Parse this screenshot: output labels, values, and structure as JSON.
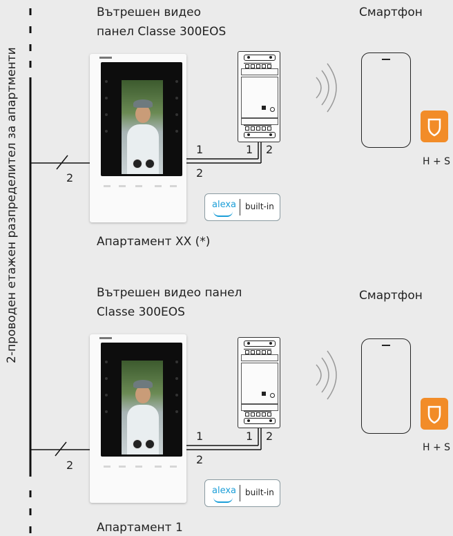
{
  "diagram": {
    "bus_label": "2-проводен етажен разпределител за апартменти",
    "top": {
      "panel_title_line1": "Вътрешен видео",
      "panel_title_line2": "панел Classe 300EOS",
      "apartment_label": "Апартамент  XX (*)",
      "smartphone_label": "Смартфон",
      "app_label": "H + S",
      "wire_count": "2",
      "terminal_panel_1": "1",
      "terminal_panel_2": "2",
      "terminal_module_1": "1",
      "terminal_module_2": "2",
      "alexa_word": "alexa",
      "alexa_builtin": "built-in"
    },
    "bottom": {
      "panel_title_line1": "Вътрешен видео панел",
      "panel_title_line2": "Classe 300EOS",
      "apartment_label": "Апартамент 1",
      "smartphone_label": "Смартфон",
      "app_label": "H + S",
      "wire_count": "2",
      "terminal_panel_1": "1",
      "terminal_panel_2": "2",
      "terminal_module_1": "1",
      "terminal_module_2": "2",
      "alexa_word": "alexa",
      "alexa_builtin": "built-in"
    },
    "colors": {
      "app_accent": "#f28c28",
      "alexa_blue": "#1b9ed8",
      "background": "#ebebeb"
    },
    "icons": [
      "video-intercom-panel",
      "wifi-module",
      "wifi-waves-icon",
      "smartphone-icon",
      "shield-app-icon",
      "alexa-logo"
    ]
  }
}
